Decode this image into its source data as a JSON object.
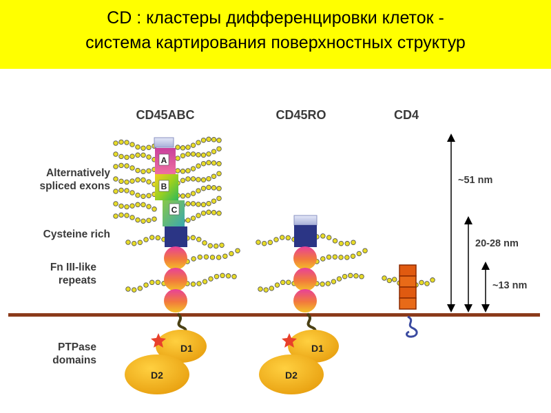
{
  "title": {
    "line1": "CD :  кластеры дифференцировки клеток -",
    "line2": "система картирования поверхностных структур"
  },
  "columns": {
    "cd45abc": "CD45ABC",
    "cd45ro": "CD45RO",
    "cd4": "CD4"
  },
  "side_labels": {
    "alt_exons": "Alternatively\nspliced exons",
    "cysteine": "Cysteine rich",
    "fn3": "Fn III-like\nrepeats",
    "ptpase": "PTPase\ndomains"
  },
  "exons": {
    "a": "A",
    "b": "B",
    "c": "C"
  },
  "domains": {
    "d1": "D1",
    "d2": "D2"
  },
  "measurements": {
    "m51": "~51 nm",
    "m2028": "20-28 nm",
    "m13": "~13 nm"
  },
  "colors": {
    "title_bg": "#ffff00",
    "membrane": "#8b3a1a",
    "cysteine_block": "#2b3585",
    "sugar_bead": "#e8dc28",
    "ptpase": "#f0b020",
    "cd4_block": "#e05a10",
    "star": "#e8402a"
  }
}
